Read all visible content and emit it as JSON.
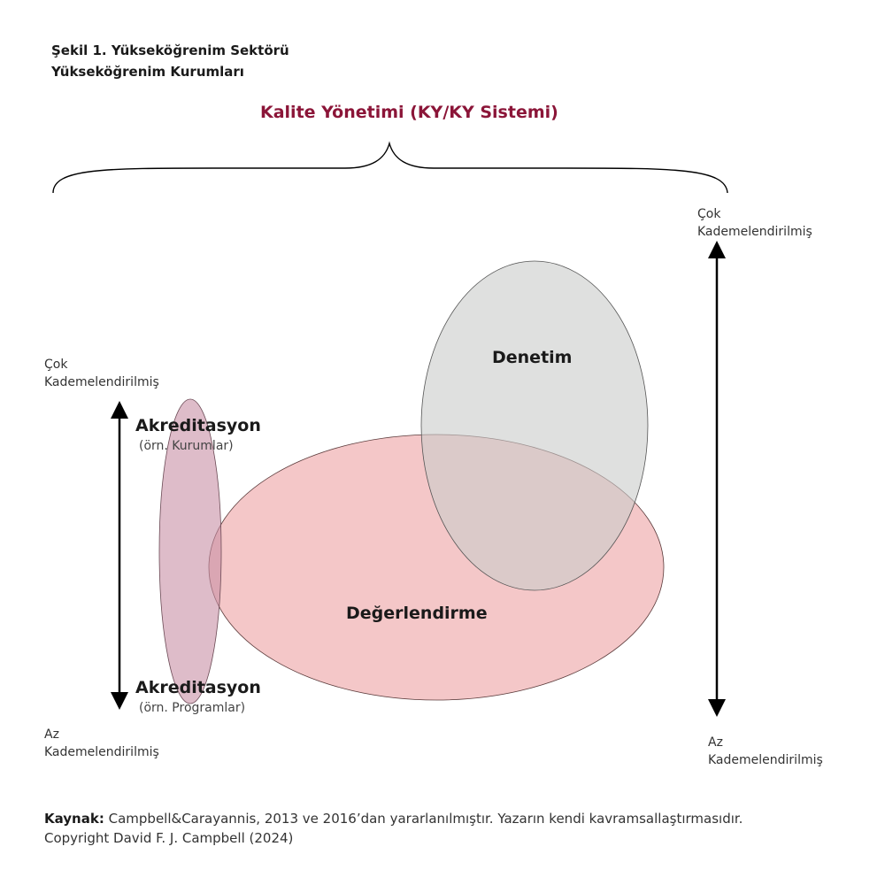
{
  "figure": {
    "heading_line1": "Şekil 1. Yükseköğrenim Sektörü",
    "heading_line2": "Yükseköğrenim Kurumları"
  },
  "main_title": "Kalite Yönetimi (KY/KY Sistemi)",
  "left_axis": {
    "top_line1": "Çok",
    "top_line2": "Kademelendirilmiş",
    "bottom_line1": "Az",
    "bottom_line2": "Kademelendirilmiş"
  },
  "right_axis": {
    "top_line1": "Çok",
    "top_line2": "Kademelendirilmiş",
    "bottom_line1": "Az",
    "bottom_line2": "Kademelendirilmiş"
  },
  "accreditation_top": {
    "label": "Akreditasyon",
    "sub": "(örn. Kurumlar)"
  },
  "accreditation_bottom": {
    "label": "Akreditasyon",
    "sub": "(örn. Programlar)"
  },
  "audit_label": "Denetim",
  "evaluation_label": "Değerlendirme",
  "source": {
    "label": "Kaynak:",
    "text": "Campbell&Carayannis, 2013 ve 2016’dan yararlanılmıştır. Yazarın kendi kavramsallaştırmasıdır.",
    "copyright": "Copyright David F. J. Campbell (2024)"
  },
  "colors": {
    "title": "#8b1538",
    "accreditation_fill": "#d4a9b8",
    "audit_fill": "#d9dad9",
    "evaluation_fill": "#f0b4b6"
  }
}
